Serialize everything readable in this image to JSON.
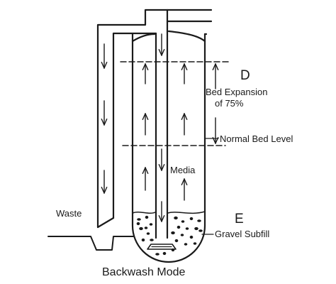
{
  "diagram": {
    "caption": "Backwash Mode",
    "labels": {
      "d": "D",
      "e": "E",
      "bed_expansion_line1": "Bed Expansion",
      "bed_expansion_line2": "of 75%",
      "normal_bed_level": "Normal Bed Level",
      "media": "Media",
      "waste": "Waste",
      "gravel_subfill": "Gravel Subfill"
    }
  }
}
